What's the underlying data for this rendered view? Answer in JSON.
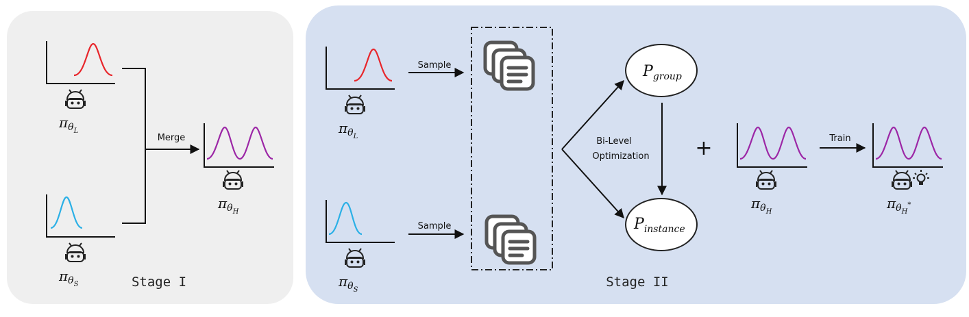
{
  "stage1": {
    "title": "Stage I",
    "merge_label": "Merge",
    "pi_symbol": "π",
    "theta": "θ",
    "sub_L": "L",
    "sub_S": "S",
    "sub_H": "H"
  },
  "stage2": {
    "title": "Stage II",
    "sample_label_top": "Sample",
    "sample_label_bottom": "Sample",
    "bilevel_line1": "Bi-Level",
    "bilevel_line2": "Optimization",
    "p_symbol": "P",
    "p_group_sub": "group",
    "p_instance_sub": "instance",
    "plus": "+",
    "train_label": "Train",
    "sub_H_star": "H",
    "star": "*"
  },
  "colors": {
    "red_curve": "#e8262b",
    "blue_curve": "#2bb0e6",
    "purple_curve": "#9c27a6",
    "stage1_bg": "#efefef",
    "stage2_bg": "#d6e0f1"
  },
  "icons": [
    "robot-icon",
    "document-stack-icon",
    "lightbulb-icon"
  ]
}
